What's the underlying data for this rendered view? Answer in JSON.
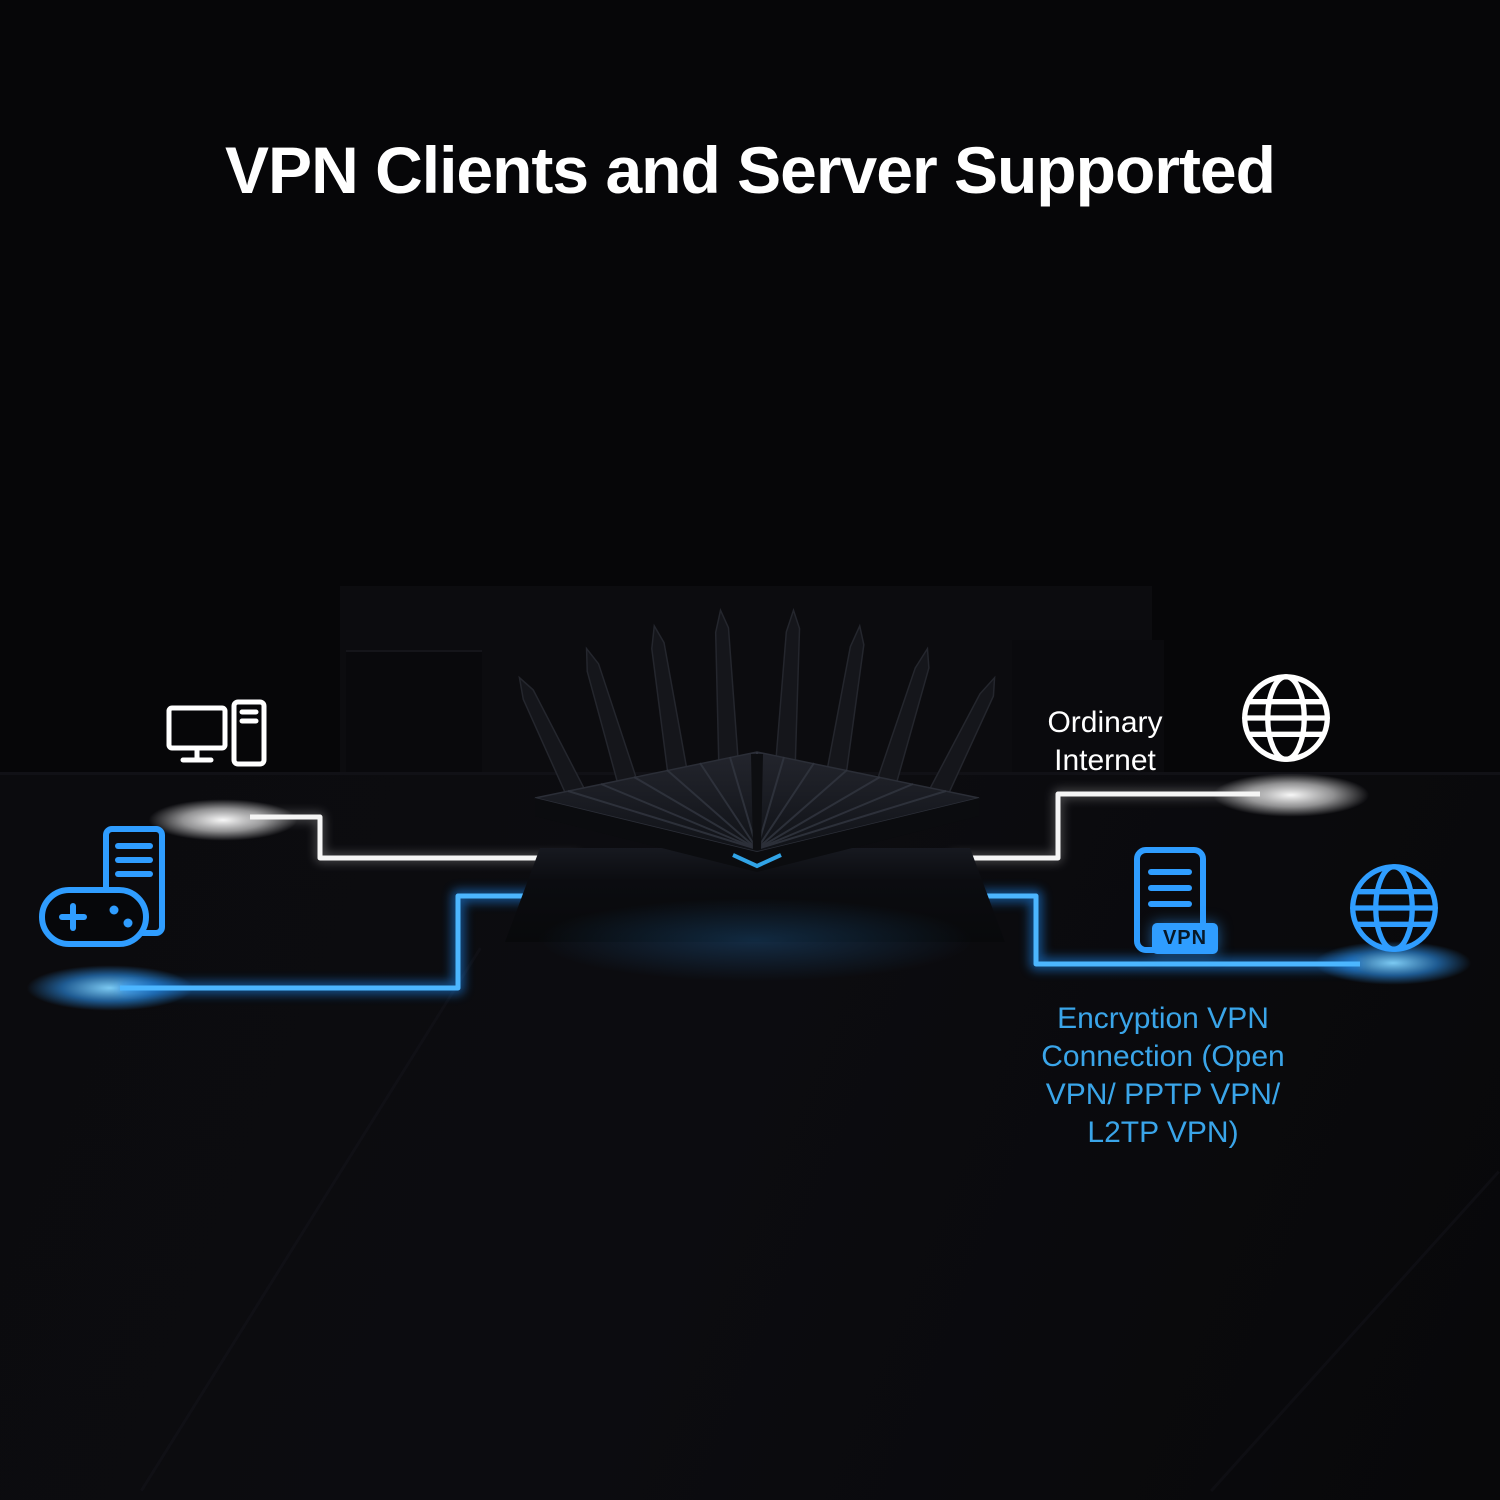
{
  "page": {
    "title": "VPN Clients and Server Supported",
    "background_color": "#060608"
  },
  "colors": {
    "white": "#ffffff",
    "accent_blue": "#2f9dff",
    "glow_blue": "#4cb6ff",
    "label_blue": "#3aa5e9",
    "router_body": "#16181d"
  },
  "diagram": {
    "nodes": [
      {
        "id": "desktop-pc",
        "icon": "desktop-computer-icon",
        "color": "white",
        "label": ""
      },
      {
        "id": "gaming-pc",
        "icon": "gaming-pc-gamepad-icon",
        "color": "blue",
        "label": ""
      },
      {
        "id": "router",
        "icon": "wifi-router-icon",
        "color": "dark",
        "label": ""
      },
      {
        "id": "ordinary-internet",
        "icon": "globe-icon",
        "color": "white",
        "label": "Ordinary\nInternet"
      },
      {
        "id": "vpn-server",
        "icon": "vpn-server-icon",
        "color": "blue",
        "badge": "VPN",
        "label": "Encryption VPN\nConnection (Open\nVPN/ PPTP VPN/\nL2TP VPN)"
      },
      {
        "id": "vpn-internet",
        "icon": "globe-icon",
        "color": "blue",
        "label": ""
      }
    ],
    "connections": [
      {
        "from": "desktop-pc",
        "to": "router",
        "style": "white-line"
      },
      {
        "from": "router",
        "to": "ordinary-internet",
        "style": "white-line"
      },
      {
        "from": "gaming-pc",
        "to": "router",
        "style": "blue-glow-line"
      },
      {
        "from": "router",
        "to": "vpn-server",
        "style": "blue-glow-line"
      },
      {
        "from": "vpn-server",
        "to": "vpn-internet",
        "style": "blue-glow-line"
      }
    ]
  }
}
